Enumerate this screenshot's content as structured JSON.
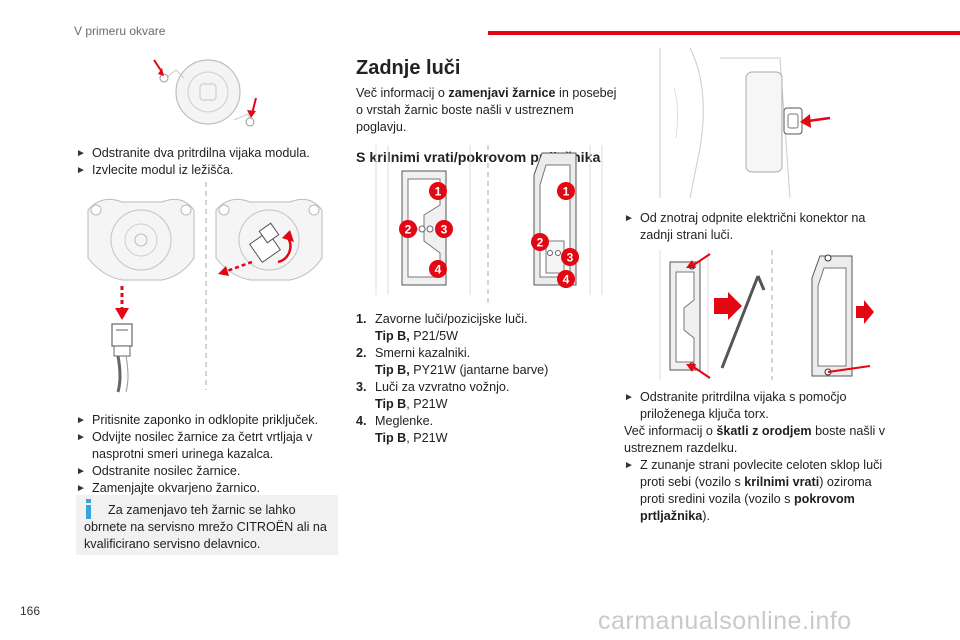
{
  "header": {
    "section_title": "V primeru okvare",
    "accent_color": "#e30613"
  },
  "footer": {
    "page_number": "166",
    "watermark": "carmanualsonline.info"
  },
  "left_column": {
    "steps_1": [
      "Odstranite dva pritrdilna vijaka modula.",
      "Izvlecite modul iz ležišča."
    ],
    "steps_2": [
      "Pritisnite zaponko in odklopite priključek.",
      "Odvijte nosilec žarnice za četrt vrtljaja v nasprotni smeri urinega kazalca.",
      "Odstranite nosilec žarnice.",
      "Zamenjajte okvarjeno žarnico."
    ],
    "note": "Za zamenjavo teh žarnic se lahko obrnete na servisno mrežo CITROËN ali na kvalificirano servisno delavnico.",
    "note_icon": "info-icon"
  },
  "middle_column": {
    "title": "Zadnje luči",
    "intro_1": "Več informacij o ",
    "intro_bold": "zamenjavi žarnice",
    "intro_2": " in posebej o vrstah žarnic boste našli v ustreznem poglavju.",
    "subtitle": "S krilnimi vrati/pokrovom prtljažnika",
    "callouts_left": [
      "1",
      "2",
      "3",
      "4"
    ],
    "callouts_right": [
      "1",
      "2",
      "3",
      "4"
    ],
    "bulbs": [
      {
        "num": "1.",
        "name": "Zavorne luči/pozicijske luči.",
        "type_label": "Tip B,",
        "type_value": "P21/5W"
      },
      {
        "num": "2.",
        "name": "Smerni kazalniki.",
        "type_label": "Tip B,",
        "type_value": "PY21W (jantarne barve)"
      },
      {
        "num": "3.",
        "name": "Luči za vzvratno vožnjo.",
        "type_label": "Tip B",
        "type_value": ", P21W"
      },
      {
        "num": "4.",
        "name": "Meglenke.",
        "type_label": "Tip B",
        "type_value": ", P21W"
      }
    ]
  },
  "right_column": {
    "step_1": "Od znotraj odpnite električni konektor na zadnji strani luči.",
    "step_2": "Odstranite pritrdilna vijaka s pomočjo priloženega ključa torx.",
    "more_1": "Več informacij o ",
    "more_bold": "škatli z orodjem",
    "more_2": " boste našli v ustreznem razdelku.",
    "step_3_a": "Z zunanje strani povlecite celoten sklop luči proti sebi (vozilo s ",
    "step_3_b": "krilnimi vrati",
    "step_3_c": ") oziroma proti sredini vozila (vozilo s ",
    "step_3_d": "pokrovom prtljažnika",
    "step_3_e": ")."
  }
}
